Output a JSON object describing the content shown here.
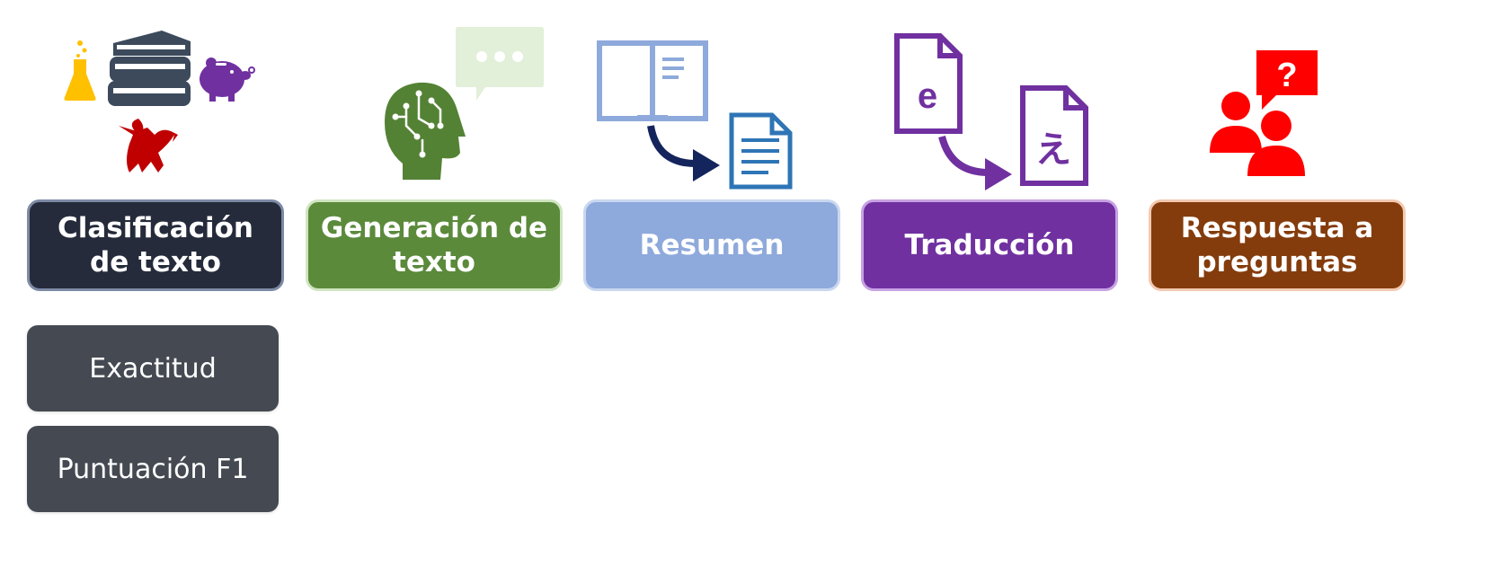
{
  "tasks": [
    {
      "label": "Clasificación de texto",
      "color": "#252b3a",
      "border": "#7d8aa6"
    },
    {
      "label": "Generación de texto",
      "color": "#5b8a3b",
      "border": "#cfe5c0"
    },
    {
      "label": "Resumen",
      "color": "#8ea9db",
      "border": "#c9d7f0"
    },
    {
      "label": "Traducción",
      "color": "#7030a0",
      "border": "#c7a2e3"
    },
    {
      "label": "Respuesta a preguntas",
      "color": "#843c0c",
      "border": "#f3c9b1"
    }
  ],
  "metrics": [
    {
      "label": "Exactitud"
    },
    {
      "label": "Puntuación F1"
    }
  ],
  "icons": {
    "classification": [
      "flask-icon",
      "books-icon",
      "piggy-bank-icon",
      "dragon-icon"
    ],
    "generation": [
      "brain-head-icon",
      "speech-bubble-icon"
    ],
    "summarization": [
      "open-book-icon",
      "arrow-icon",
      "document-icon"
    ],
    "translation": [
      "document-e-icon",
      "arrow-icon",
      "document-foreign-icon"
    ],
    "qa": [
      "people-icon",
      "question-bubble-icon"
    ]
  },
  "translation_glyphs": {
    "source": "e",
    "target": "え"
  }
}
